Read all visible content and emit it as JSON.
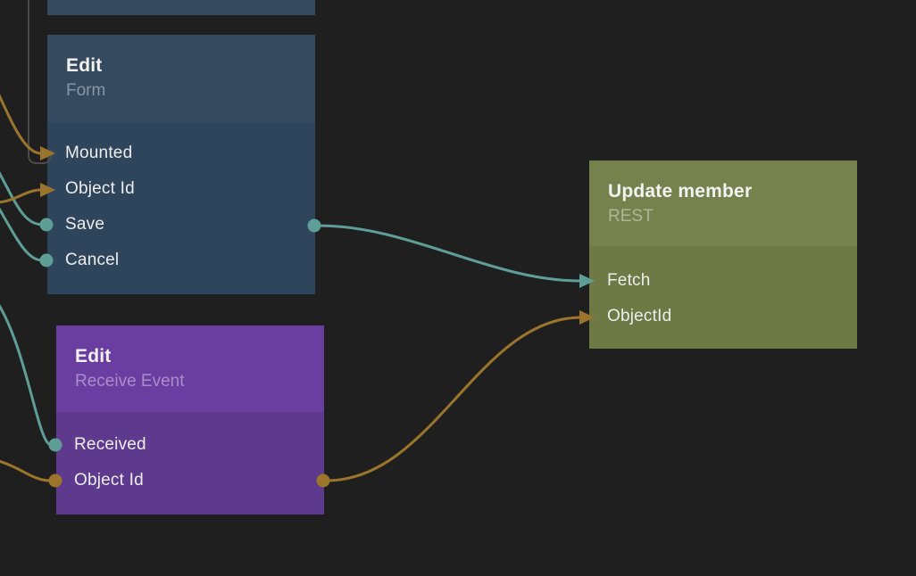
{
  "app": {
    "name": "visual node graph editor"
  },
  "colors": {
    "background": "#1f1f1f",
    "signal_teal": "#5f9e97",
    "data_orange": "#9c752c",
    "wire_gray": "#4b4b49",
    "node_blue_header": "#35495f",
    "node_blue_body": "#2f455b",
    "node_purple_header": "#6a3da1",
    "node_purple_body": "#5e3a8e",
    "node_olive_header": "#76814e",
    "node_olive_body": "#6e7946"
  },
  "nodes": [
    {
      "id": "top-partial-node",
      "title": "",
      "subtitle": "",
      "ports": []
    },
    {
      "id": "edit-form",
      "title": "Edit",
      "subtitle": "Form",
      "ports": [
        {
          "label": "Mounted"
        },
        {
          "label": "Object Id"
        },
        {
          "label": "Save"
        },
        {
          "label": "Cancel"
        }
      ]
    },
    {
      "id": "edit-receive-event",
      "title": "Edit",
      "subtitle": "Receive Event",
      "ports": [
        {
          "label": "Received"
        },
        {
          "label": "Object Id"
        }
      ]
    },
    {
      "id": "update-member",
      "title": "Update member",
      "subtitle": "REST",
      "ports": [
        {
          "label": "Fetch"
        },
        {
          "label": "ObjectId"
        }
      ]
    }
  ],
  "connections": [
    {
      "from": "offscreen-top",
      "to": "edit-form.Mounted",
      "type": "gray-wire"
    },
    {
      "from": "offscreen-left",
      "to": "edit-form.Mounted",
      "type": "orange"
    },
    {
      "from": "offscreen-left",
      "to": "edit-form.Object Id",
      "type": "orange"
    },
    {
      "from": "offscreen-left",
      "to": "edit-form.Save",
      "type": "teal"
    },
    {
      "from": "offscreen-left",
      "to": "edit-form.Cancel",
      "type": "teal"
    },
    {
      "from": "offscreen-left",
      "to": "edit-receive-event.Received",
      "type": "teal"
    },
    {
      "from": "offscreen-left",
      "to": "edit-receive-event.Object Id",
      "type": "orange"
    },
    {
      "from": "edit-form.Save",
      "to": "update-member.Fetch",
      "type": "teal"
    },
    {
      "from": "edit-receive-event.Object Id",
      "to": "update-member.ObjectId",
      "type": "orange"
    }
  ]
}
